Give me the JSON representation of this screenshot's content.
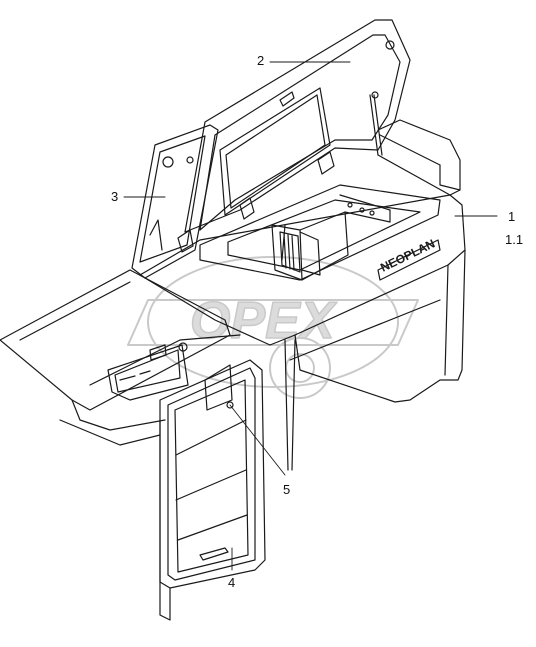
{
  "diagram": {
    "callouts": [
      {
        "id": "1",
        "text": "1"
      },
      {
        "id": "1.1",
        "text": "1.1"
      },
      {
        "id": "2",
        "text": "2"
      },
      {
        "id": "3",
        "text": "3"
      },
      {
        "id": "4",
        "text": "4"
      },
      {
        "id": "5",
        "text": "5"
      }
    ],
    "brand_plate": "NEOPLAN",
    "watermark": "OPEX",
    "colors": {
      "line": "#1a1a1a",
      "watermark": "#c9c9c9",
      "background": "#ffffff"
    }
  }
}
